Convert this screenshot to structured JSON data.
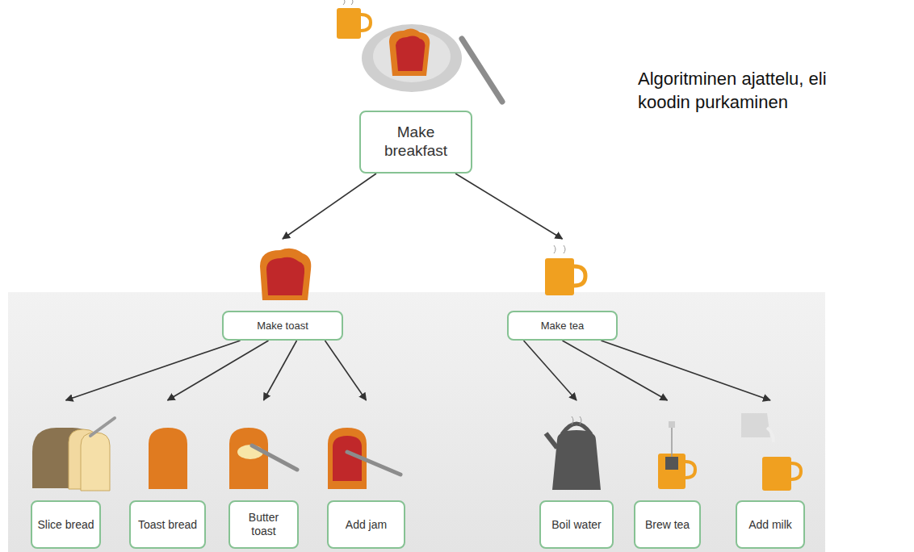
{
  "diagram": {
    "title": "Algoritminen ajattelu, eli koodin purkaminen",
    "nodes": [
      {
        "text": [
          "Make breakfast"
        ]
      },
      {
        "text": [
          "Make toast"
        ]
      },
      {
        "text": [
          "Make tea"
        ]
      },
      {
        "text": [
          "Slice bread"
        ]
      },
      {
        "text": [
          "Toast bread"
        ]
      },
      {
        "text": [
          "Butter toast"
        ]
      },
      {
        "text": [
          "Add jam"
        ]
      },
      {
        "text": [
          "Boil water"
        ]
      },
      {
        "text": [
          "Brew tea"
        ]
      },
      {
        "text": [
          "Add milk"
        ]
      }
    ],
    "edges": [
      {
        "from": 0,
        "to": 1,
        "arrow": "to"
      },
      {
        "from": 0,
        "to": 2,
        "arrow": "to"
      },
      {
        "from": 1,
        "to": 3,
        "arrow": "to"
      },
      {
        "from": 1,
        "to": 4,
        "arrow": "to"
      },
      {
        "from": 1,
        "to": 5,
        "arrow": "to"
      },
      {
        "from": 1,
        "to": 6,
        "arrow": "to"
      },
      {
        "from": 2,
        "to": 7,
        "arrow": "to"
      },
      {
        "from": 2,
        "to": 8,
        "arrow": "to"
      },
      {
        "from": 2,
        "to": 9,
        "arrow": "to"
      }
    ]
  }
}
